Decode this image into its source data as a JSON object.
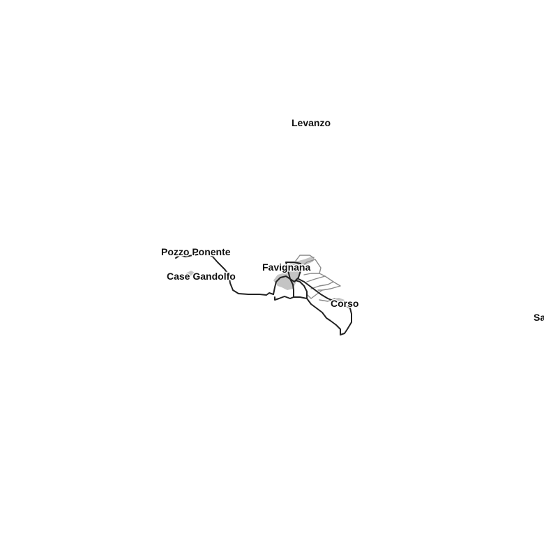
{
  "map": {
    "places": {
      "levanzo": "Levanzo",
      "pozzo_ponente": "Pozzo Ponente",
      "case_gandolfo": "Case Gandolfo",
      "favignana": "Favignana",
      "corso": "Corso",
      "cut_off": "Sa"
    },
    "colors": {
      "background": "#ffffff",
      "main_road": "#222222",
      "minor_road": "#8a8a8a",
      "built_area": "#c4c4c4",
      "label_text": "#111111"
    }
  }
}
